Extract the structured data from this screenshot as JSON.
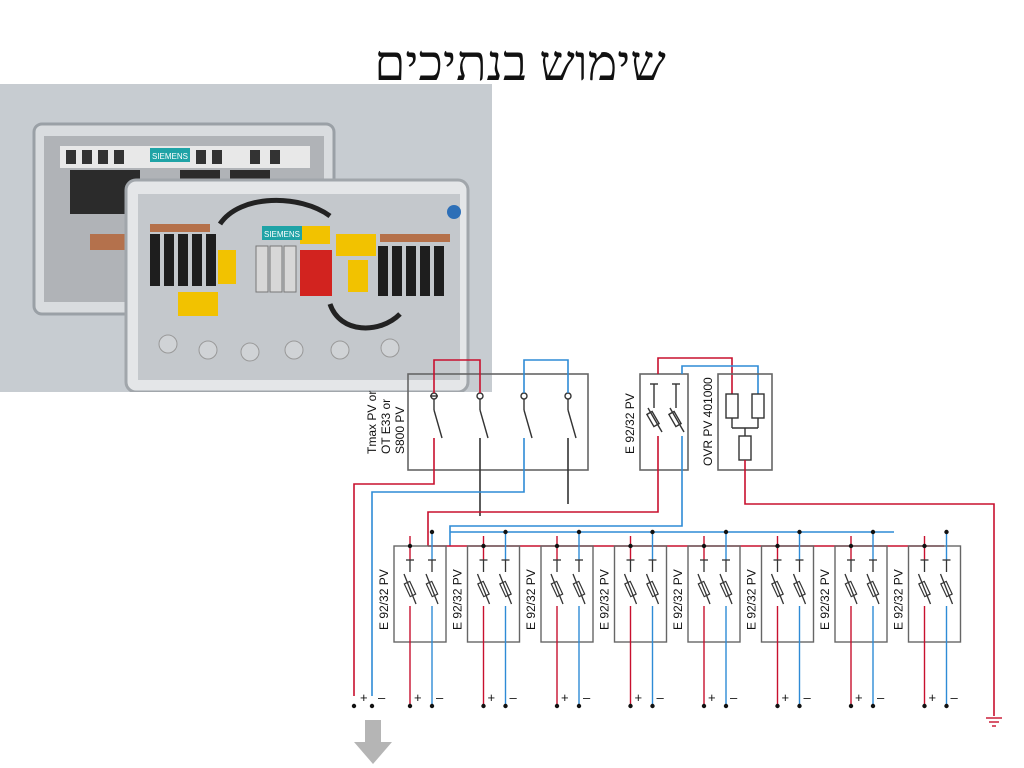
{
  "slide": {
    "title": "שימוש בנתיכים"
  },
  "photo": {
    "brand_a": "SIEMENS",
    "brand_b": "SIEMENS"
  },
  "schematic": {
    "main_switch_label_lines": [
      "Tmax PV or",
      "OT E33 or",
      "S800 PV"
    ],
    "fuse_holder_label": "E 92/32 PV",
    "surge_protector_label": "OVR PV 401000",
    "plus_symbol": "+",
    "minus_symbol": "–",
    "string_count": 8,
    "colors": {
      "positive": "#c8102e",
      "negative": "#2e8bd6",
      "frame": "#666666",
      "ground": "#c8102e"
    }
  },
  "icons": {
    "bottom": "down-arrow-icon"
  }
}
